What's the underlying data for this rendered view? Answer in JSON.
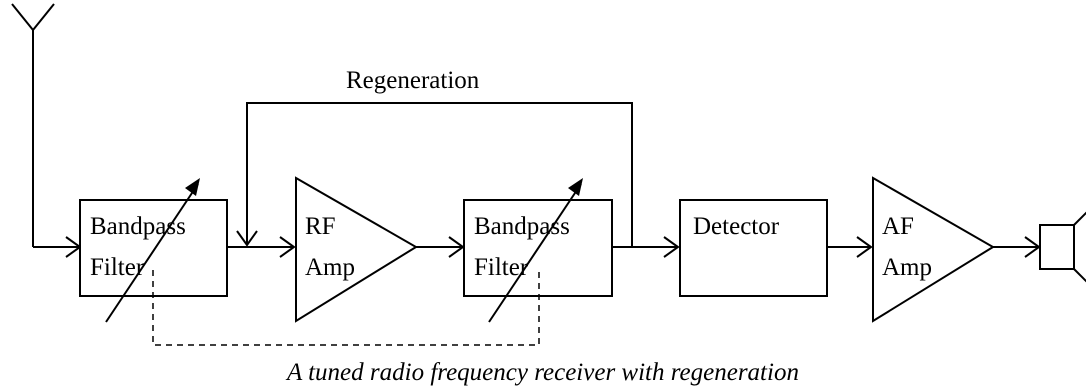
{
  "diagram": {
    "blocks": {
      "bandpass_filter_1": [
        "Bandpass",
        "Filter"
      ],
      "rf_amp": [
        "RF",
        "Amp"
      ],
      "bandpass_filter_2": [
        "Bandpass",
        "Filter"
      ],
      "detector": [
        "Detector"
      ],
      "af_amp": [
        "AF",
        "Amp"
      ]
    },
    "feedback_label": "Regeneration",
    "caption": "A tuned radio frequency receiver with regeneration",
    "icons": [
      "antenna-icon",
      "speaker-icon",
      "variable-tuning-arrow-icon"
    ]
  }
}
